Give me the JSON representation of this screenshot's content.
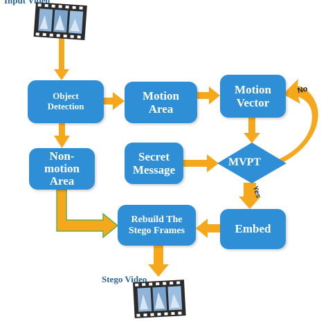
{
  "top_label": "Input Video",
  "bottom_label": "Stego Video",
  "nodes": {
    "object_detection": [
      "Object",
      "Detection"
    ],
    "motion_area": [
      "Motion",
      "Area"
    ],
    "motion_vector": [
      "Motion",
      "Vector"
    ],
    "non_motion_area": [
      "Non-",
      "motion",
      "Area"
    ],
    "secret_message": [
      "Secret",
      "Message"
    ],
    "decision": "MVPT",
    "embed": "Embed",
    "rebuild": [
      "Rebuild The",
      "Stego Frames"
    ]
  },
  "edge_labels": {
    "no": "No",
    "yes": "Yes"
  },
  "colors": {
    "box": "#2e8fd6",
    "arrow": "#f5a81c",
    "film": "#2b2b2b",
    "caption": "#2a6496"
  },
  "icons": {
    "film": "film-strip-icon"
  }
}
